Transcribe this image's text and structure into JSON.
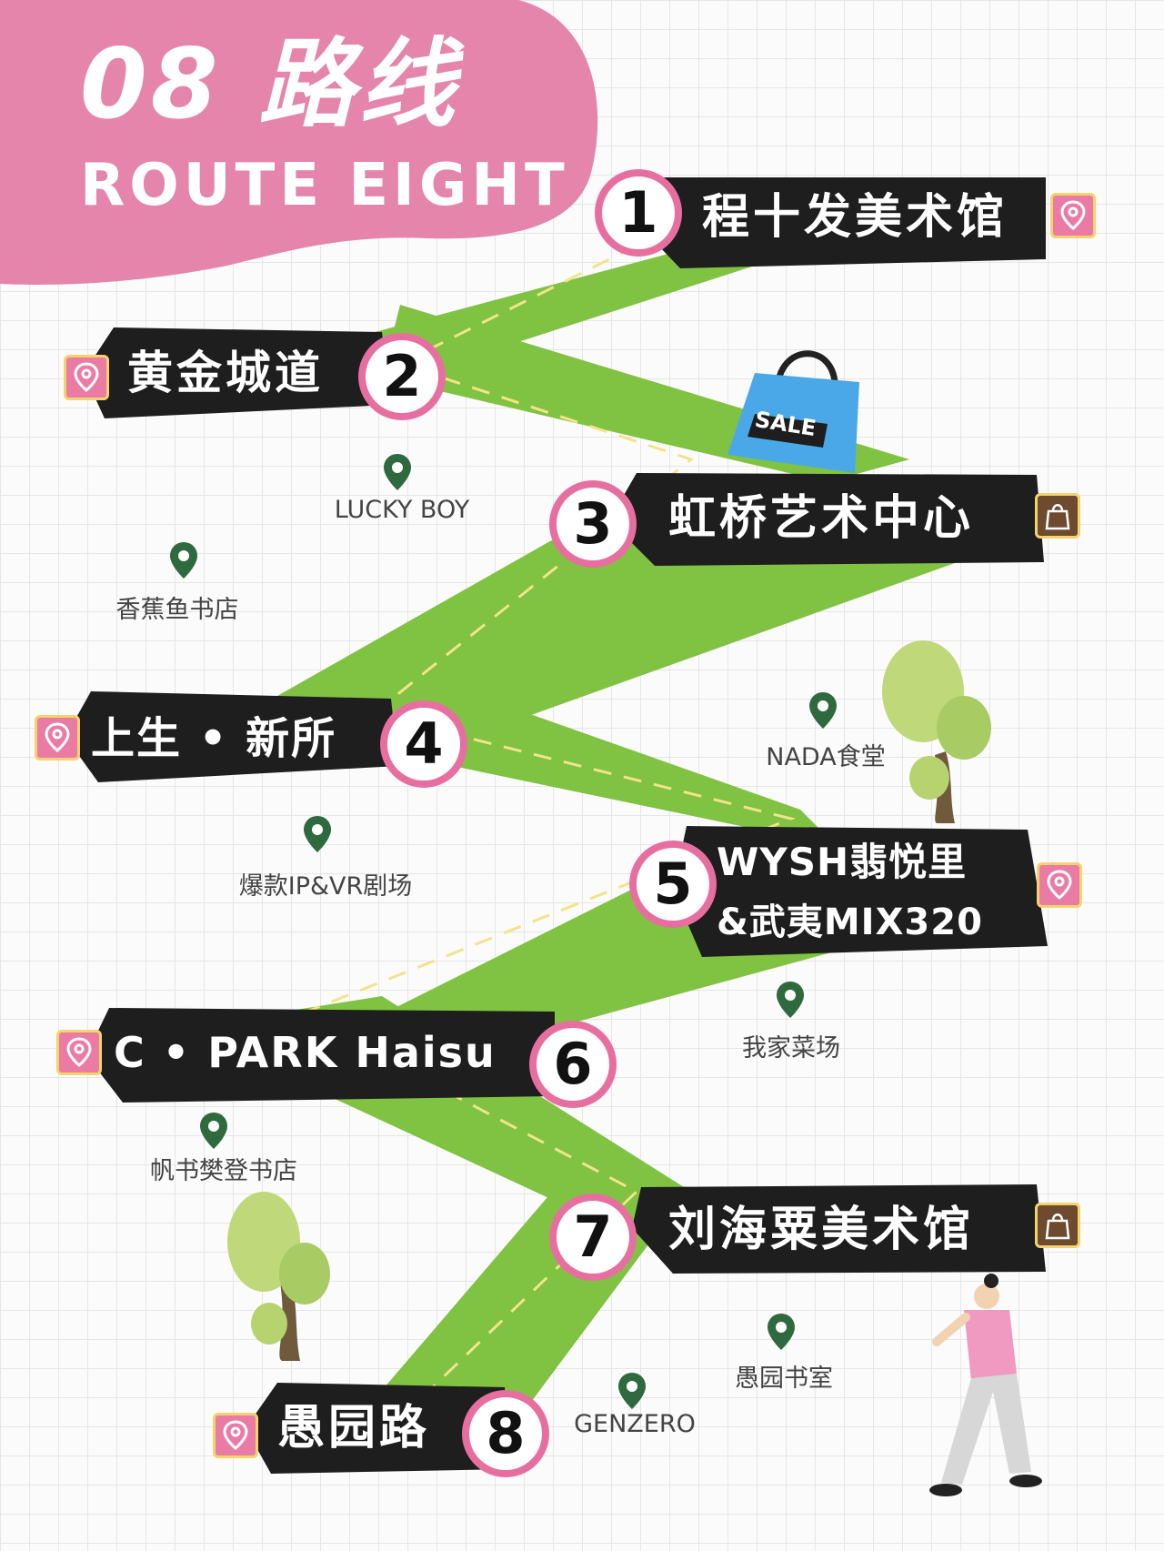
{
  "title": {
    "main": "08 路线",
    "sub": "ROUTE EIGHT"
  },
  "stops": [
    {
      "number": "1",
      "name": "程十发美术馆",
      "tag": "location-pin-icon"
    },
    {
      "number": "2",
      "name": "黄金城道",
      "tag": "location-pin-icon"
    },
    {
      "number": "3",
      "name": "虹桥艺术中心",
      "tag": "shopping-bag-icon"
    },
    {
      "number": "4",
      "name": "上生 • 新所",
      "tag": "location-pin-icon"
    },
    {
      "number": "5",
      "name": "WYSH翡悦里",
      "name_line2": "&武夷MIX320",
      "tag": "location-pin-icon"
    },
    {
      "number": "6",
      "name": "C • PARK Haisu",
      "tag": "location-pin-icon"
    },
    {
      "number": "7",
      "name": "刘海粟美术馆",
      "tag": "shopping-bag-icon"
    },
    {
      "number": "8",
      "name": "愚园路",
      "tag": "location-pin-icon"
    }
  ],
  "places": [
    {
      "name": "LUCKY BOY"
    },
    {
      "name": "香蕉鱼书店"
    },
    {
      "name": "NADA食堂"
    },
    {
      "name": "爆款IP&VR剧场"
    },
    {
      "name": "我家菜场"
    },
    {
      "name": "帆书樊登书店"
    },
    {
      "name": "愚园书室"
    },
    {
      "name": "GENZERO"
    }
  ],
  "decor": {
    "sale_bag_text": "SALE"
  },
  "colors": {
    "title_blob": "#e585ac",
    "road": "#80c242",
    "road_dash": "#f2e48a",
    "label_bg": "#1e1e1e",
    "number_ring": "#e76fa0",
    "pin_tag": "#ea7ba4",
    "bag_tag": "#6e4a2e",
    "poi_pin": "#2f6a3e",
    "sale_bag": "#4aa8e8"
  }
}
